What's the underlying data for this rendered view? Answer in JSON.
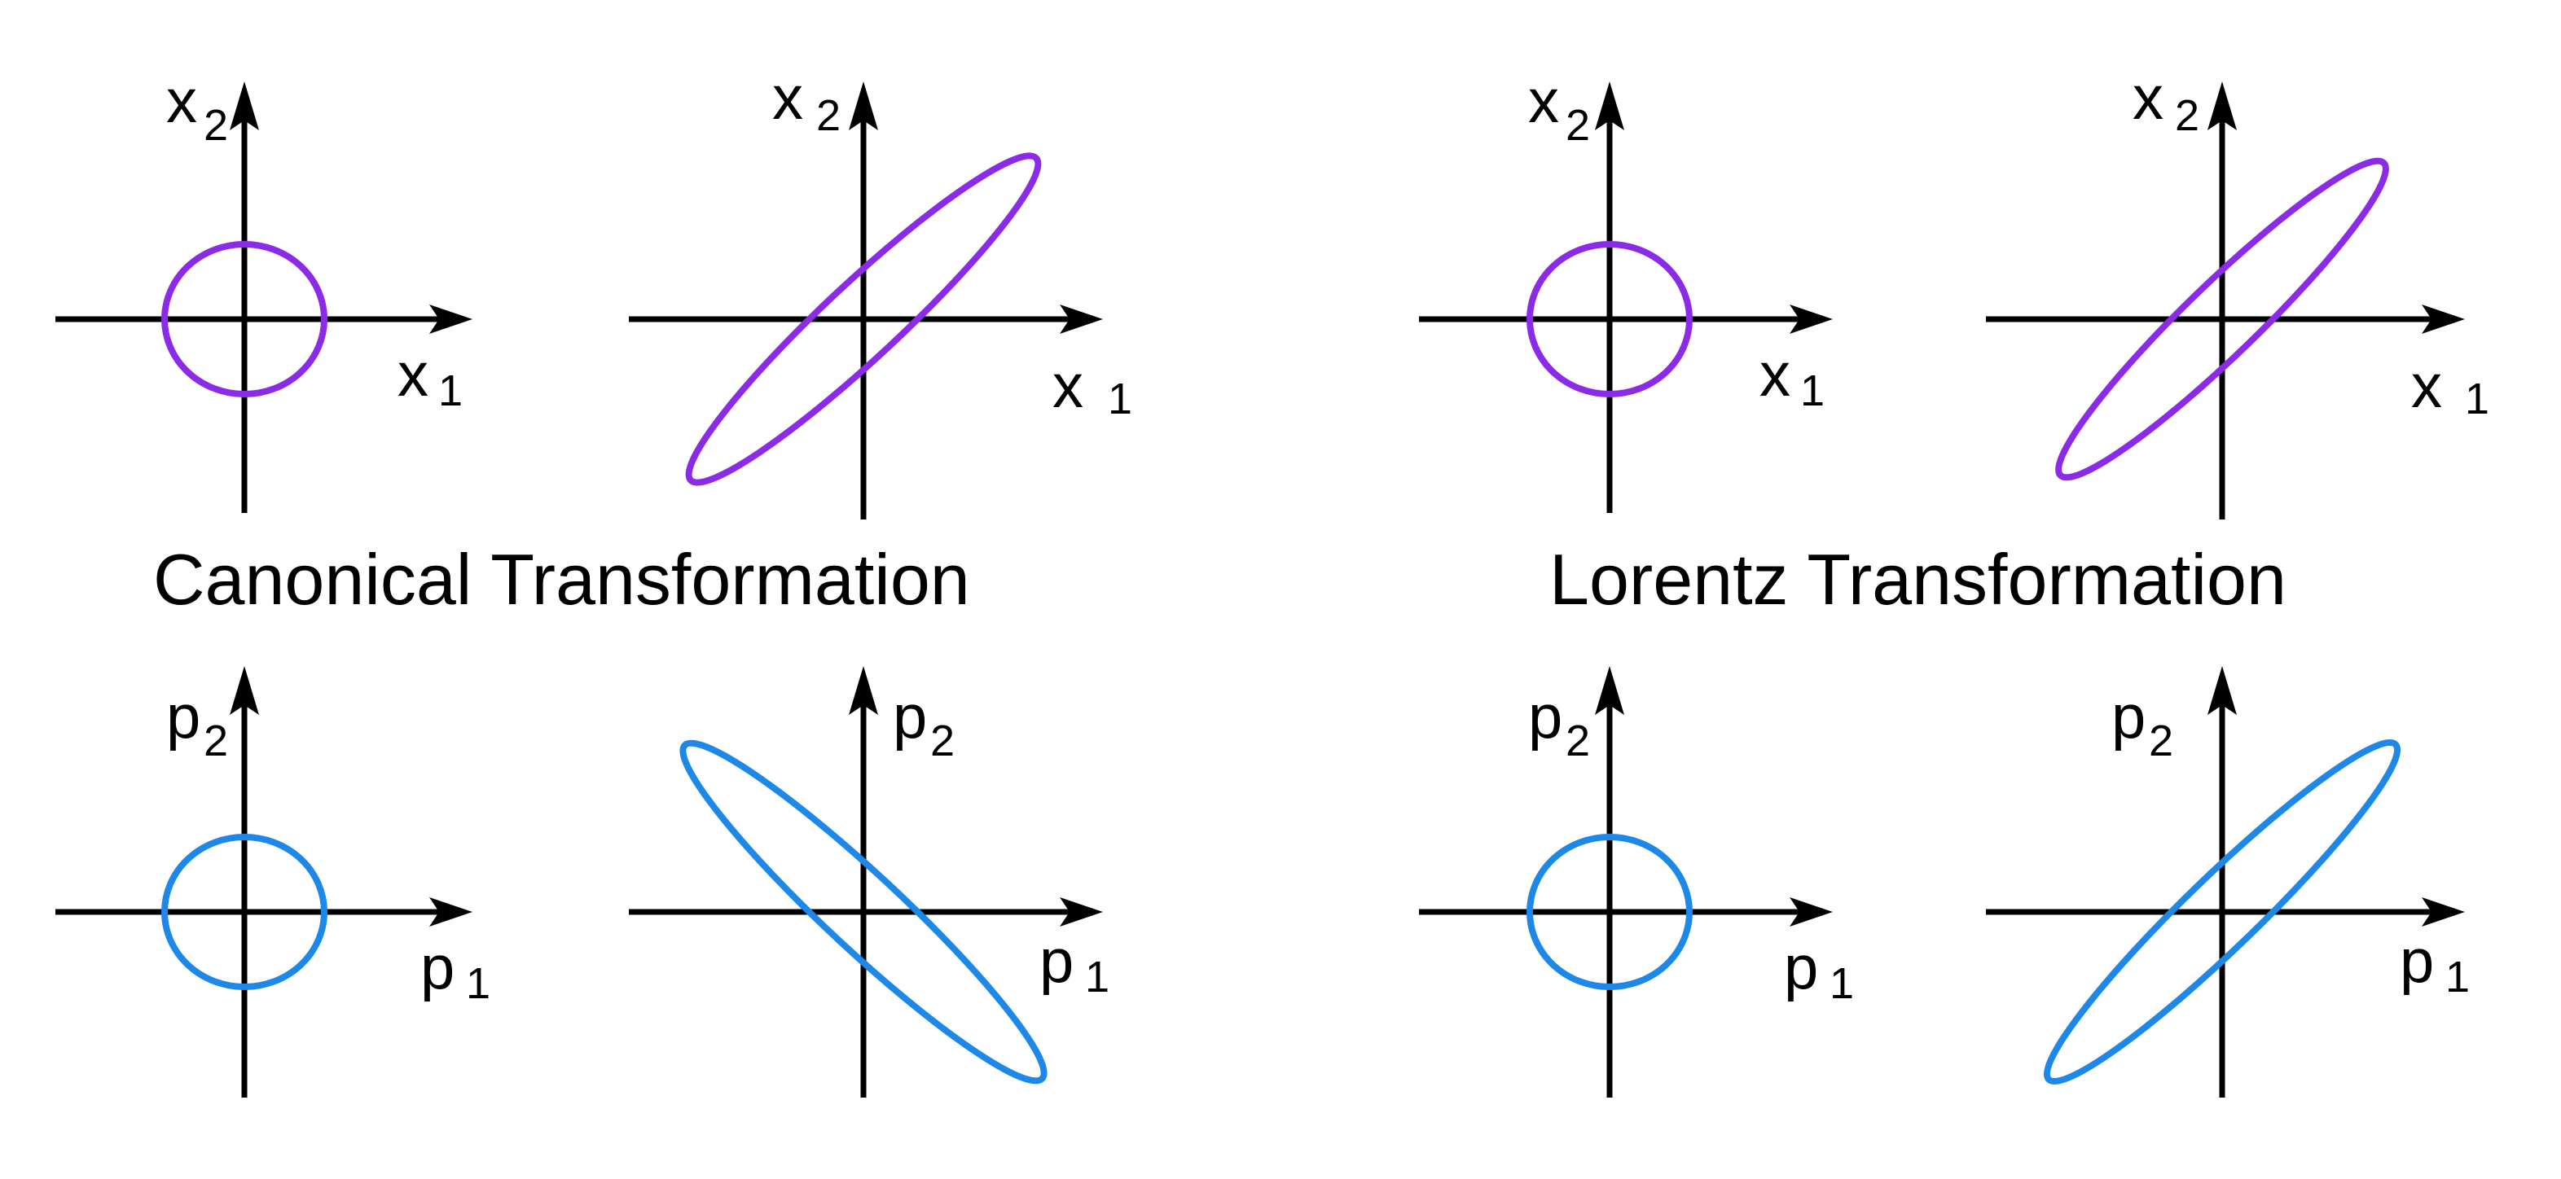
{
  "titles": {
    "left": "Canonical Transformation",
    "right": "Lorentz Transformation"
  },
  "colors": {
    "position_curve": "#8B2BE8",
    "momentum_curve": "#1E88E8",
    "axis": "#000000"
  },
  "panels": [
    {
      "id": "canonical-x-original",
      "shape": "circle",
      "curve_color": "position_curve",
      "x_label": "x",
      "x_sub": "1",
      "y_label": "x",
      "y_sub": "2"
    },
    {
      "id": "canonical-x-transformed",
      "shape": "ellipse-tilted-up-right",
      "curve_color": "position_curve",
      "x_label": "x",
      "x_sub": "1",
      "y_label": "x",
      "y_sub": "2"
    },
    {
      "id": "lorentz-x-original",
      "shape": "circle",
      "curve_color": "position_curve",
      "x_label": "x",
      "x_sub": "1",
      "y_label": "x",
      "y_sub": "2"
    },
    {
      "id": "lorentz-x-transformed",
      "shape": "ellipse-tilted-up-right",
      "curve_color": "position_curve",
      "x_label": "x",
      "x_sub": "1",
      "y_label": "x",
      "y_sub": "2"
    },
    {
      "id": "canonical-p-original",
      "shape": "circle",
      "curve_color": "momentum_curve",
      "x_label": "p",
      "x_sub": "1",
      "y_label": "p",
      "y_sub": "2"
    },
    {
      "id": "canonical-p-transformed",
      "shape": "ellipse-tilted-down-right",
      "curve_color": "momentum_curve",
      "x_label": "p",
      "x_sub": "1",
      "y_label": "p",
      "y_sub": "2"
    },
    {
      "id": "lorentz-p-original",
      "shape": "circle",
      "curve_color": "momentum_curve",
      "x_label": "p",
      "x_sub": "1",
      "y_label": "p",
      "y_sub": "2"
    },
    {
      "id": "lorentz-p-transformed",
      "shape": "ellipse-tilted-up-right",
      "curve_color": "momentum_curve",
      "x_label": "p",
      "x_sub": "1",
      "y_label": "p",
      "y_sub": "2"
    }
  ]
}
